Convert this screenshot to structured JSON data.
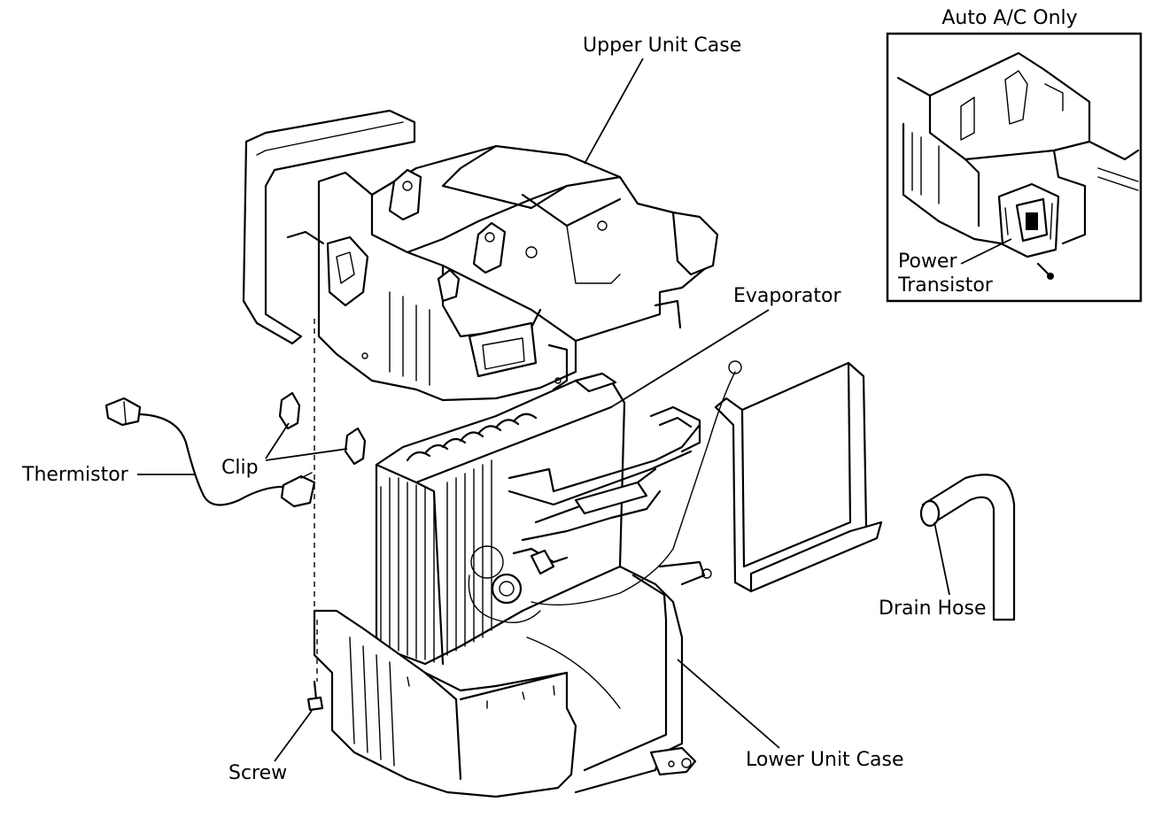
{
  "labels": {
    "auto_ac_only": "Auto A/C Only",
    "upper_unit_case": "Upper Unit Case",
    "evaporator": "Evaporator",
    "power": "Power",
    "transistor": "Transistor",
    "thermistor": "Thermistor",
    "clip": "Clip",
    "drain_hose": "Drain Hose",
    "lower_unit_case": "Lower Unit Case",
    "screw": "Screw"
  },
  "colors": {
    "ink": "#000000",
    "paper": "#ffffff"
  }
}
